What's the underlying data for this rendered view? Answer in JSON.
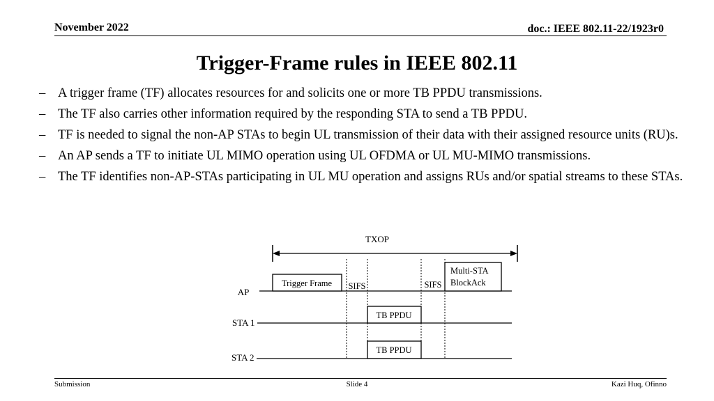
{
  "header": {
    "date": "November 2022",
    "doc": "doc.: IEEE 802.11-22/1923r0"
  },
  "title": "Trigger-Frame rules in IEEE 802.11",
  "bullets": [
    "A trigger frame (TF) allocates resources for and solicits one or more TB PPDU transmissions.",
    "The TF also carries other information required by the responding STA to send a TB PPDU.",
    "TF is needed to signal the non-AP STAs to begin UL transmission of their data with their assigned resource units (RU)s.",
    "An AP sends a TF to initiate UL MIMO operation using UL OFDMA or UL MU-MIMO transmissions.",
    "The TF identifies non-AP-STAs participating in UL MU operation and assigns RUs and/or spatial streams to these STAs."
  ],
  "bullet_marker": "–",
  "diagram": {
    "txop": "TXOP",
    "rows": {
      "ap": "AP",
      "sta1": "STA 1",
      "sta2": "STA 2"
    },
    "trigger_frame": "Trigger Frame",
    "sifs_1": "SIFS",
    "sifs_2": "SIFS",
    "multi_sta_line1": "Multi-STA",
    "multi_sta_line2": "BlockAck",
    "tb_ppdu_1": "TB PPDU",
    "tb_ppdu_2": "TB PPDU"
  },
  "footer": {
    "left": "Submission",
    "center": "Slide 4",
    "right": "Kazi Huq, Ofinno"
  }
}
